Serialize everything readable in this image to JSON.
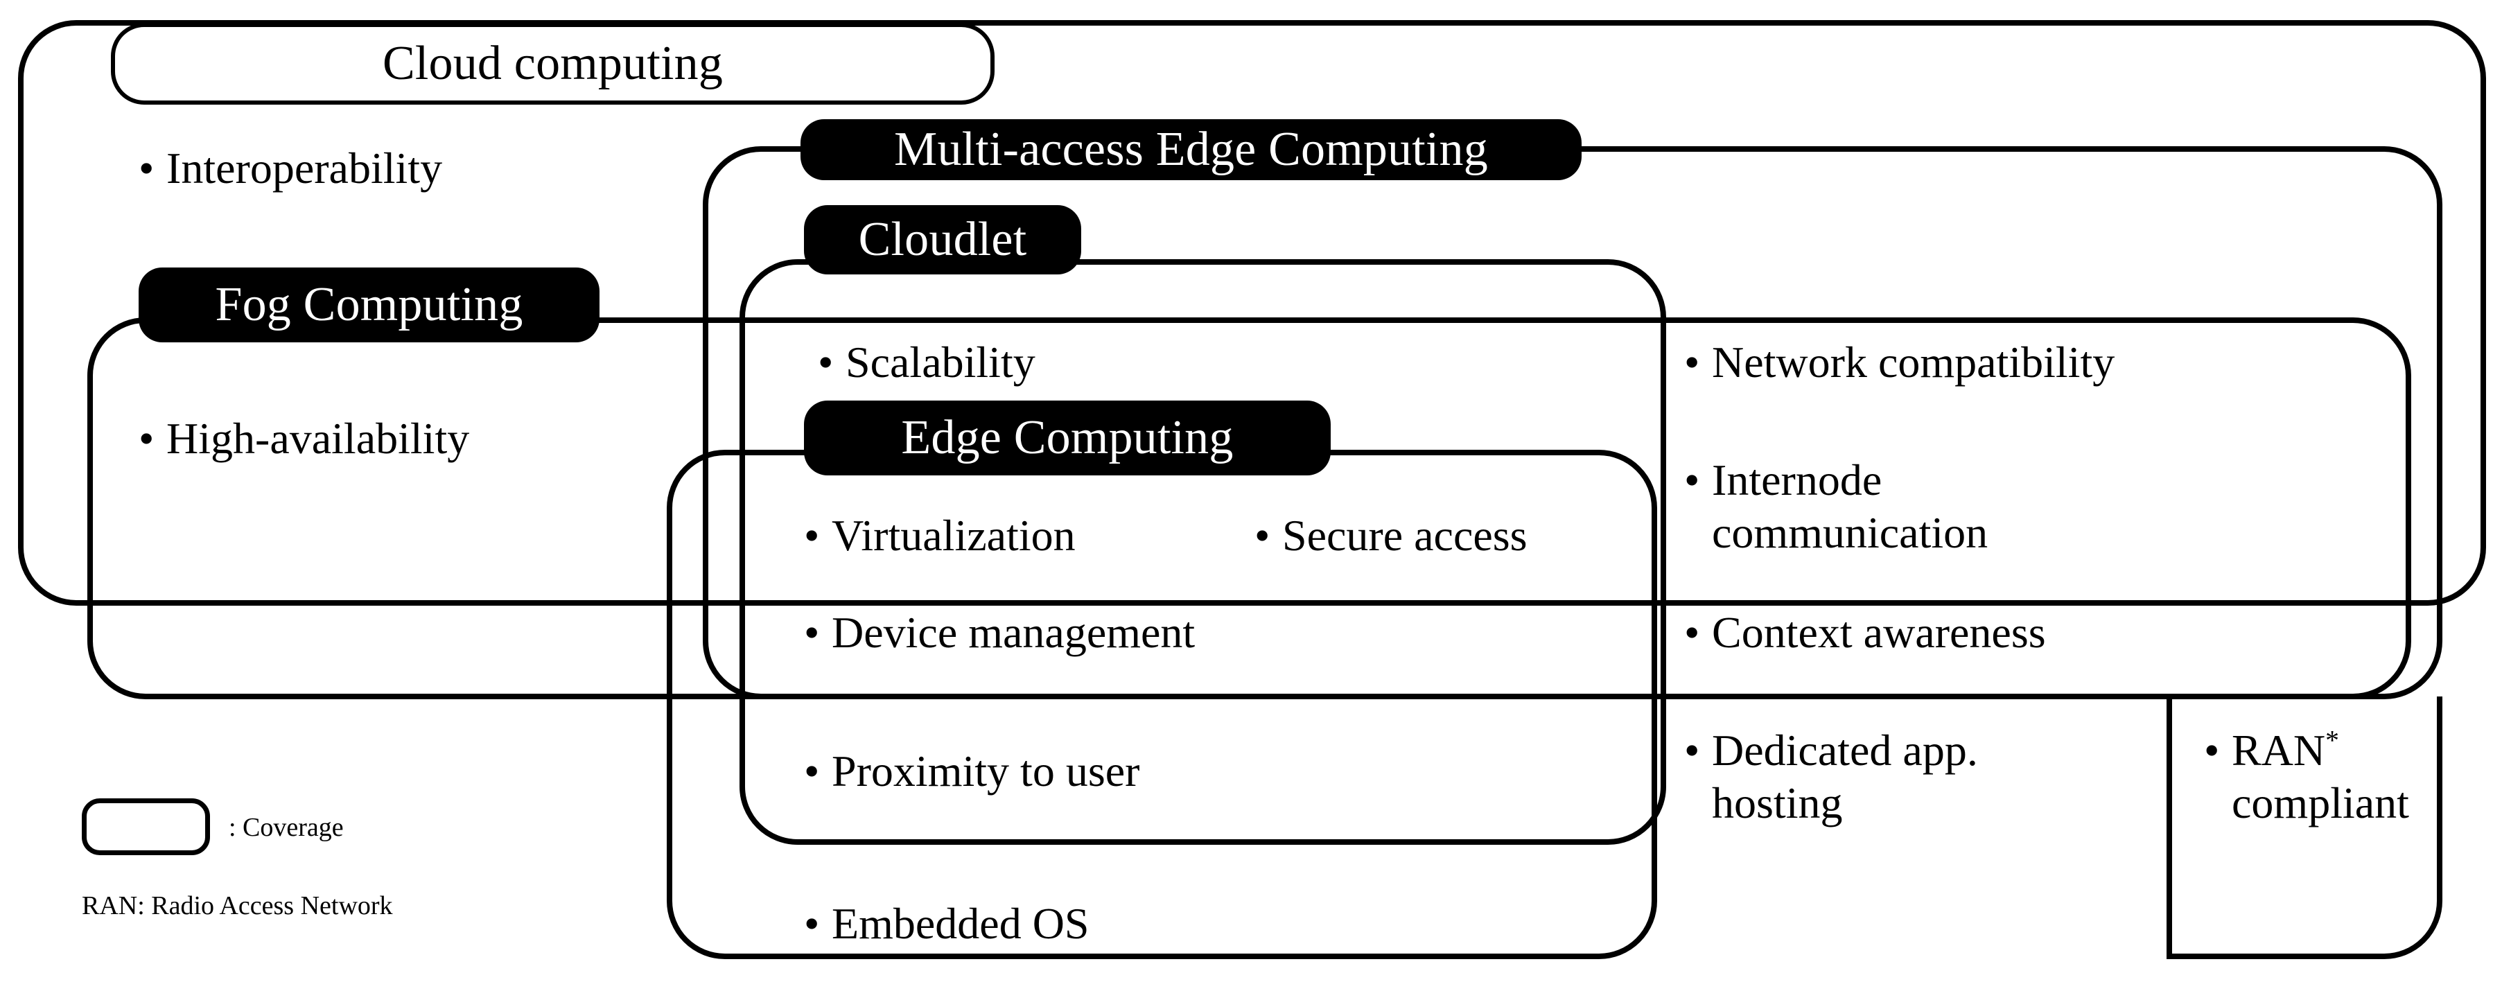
{
  "diagram": {
    "title_hidden": "Nested coverage comparison of cloud, fog, MEC, cloudlet and edge computing",
    "layers": [
      {
        "id": "cloud",
        "label": "Cloud computing",
        "style": "outline"
      },
      {
        "id": "mec",
        "label": "Multi-access Edge Computing",
        "style": "filled"
      },
      {
        "id": "cloudlet",
        "label": "Cloudlet",
        "style": "filled"
      },
      {
        "id": "fog",
        "label": "Fog Computing",
        "style": "filled"
      },
      {
        "id": "edge",
        "label": "Edge Computing",
        "style": "filled"
      }
    ],
    "features": [
      {
        "id": "interoperability",
        "text": "Interoperability"
      },
      {
        "id": "high-availability",
        "text": "High-availability"
      },
      {
        "id": "scalability",
        "text": "Scalability"
      },
      {
        "id": "virtualization",
        "text": "Virtualization"
      },
      {
        "id": "secure-access",
        "text": "Secure access"
      },
      {
        "id": "device-management",
        "text": "Device management"
      },
      {
        "id": "proximity-to-user",
        "text": "Proximity to user"
      },
      {
        "id": "embedded-os",
        "text": "Embedded OS"
      },
      {
        "id": "network-compatibility",
        "text": "Network compatibility"
      },
      {
        "id": "internode-communication",
        "text": "Internode\ncommunication"
      },
      {
        "id": "context-awareness",
        "text": "Context awareness"
      },
      {
        "id": "dedicated-app-hosting",
        "text": "Dedicated app.\nhosting"
      },
      {
        "id": "ran-compliant",
        "text_line1": "RAN",
        "text_superscript": "*",
        "text_line2": "compliant"
      }
    ],
    "bullet_glyph": "•",
    "legend": {
      "coverage_text": ": Coverage",
      "footnote": "RAN: Radio Access Network"
    },
    "colors": {
      "stroke": "#000000",
      "background": "#ffffff",
      "pill_fill": "#000000",
      "pill_text": "#ffffff",
      "outline_pill_fill": "#ffffff",
      "outline_pill_text": "#000000"
    }
  }
}
